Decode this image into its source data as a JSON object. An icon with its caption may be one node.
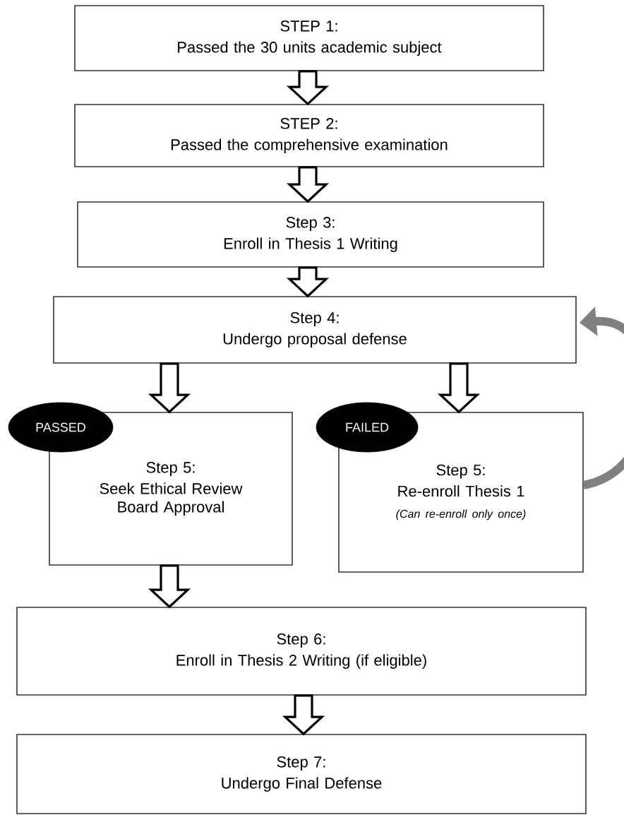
{
  "diagram": {
    "nodes": [
      {
        "text": [
          "STEP 1:",
          "Passed the 30 units academic subject"
        ]
      },
      {
        "text": [
          "STEP 2:",
          "Passed the comprehensive examination"
        ]
      },
      {
        "text": [
          "Step 3:",
          "Enroll in Thesis 1 Writing"
        ]
      },
      {
        "text": [
          "Step 4:",
          "Undergo proposal defense"
        ]
      },
      {
        "text": [
          "PASSED"
        ]
      },
      {
        "text": [
          "Step 5:",
          "Seek Ethical Review Board Approval"
        ]
      },
      {
        "text": [
          "FAILED"
        ]
      },
      {
        "text": [
          "Step 5:",
          "Re-enroll Thesis 1",
          "(Can re-enroll only once)"
        ]
      },
      {
        "text": [
          "Step 6:",
          "Enroll in Thesis 2 Writing (if eligible)"
        ]
      },
      {
        "text": [
          "Step 7:",
          "Undergo Final Defense"
        ]
      }
    ],
    "edges": [
      {
        "from": 0,
        "to": 1,
        "arrow": "to"
      },
      {
        "from": 1,
        "to": 2,
        "arrow": "to"
      },
      {
        "from": 2,
        "to": 3,
        "arrow": "to"
      },
      {
        "from": 3,
        "to": 5,
        "arrow": "to"
      },
      {
        "from": 3,
        "to": 7,
        "arrow": "to"
      },
      {
        "from": 7,
        "to": 3,
        "arrow": "to",
        "color": "#808080"
      },
      {
        "from": 5,
        "to": 8,
        "arrow": "to"
      },
      {
        "from": 8,
        "to": 9,
        "arrow": "to"
      }
    ]
  }
}
